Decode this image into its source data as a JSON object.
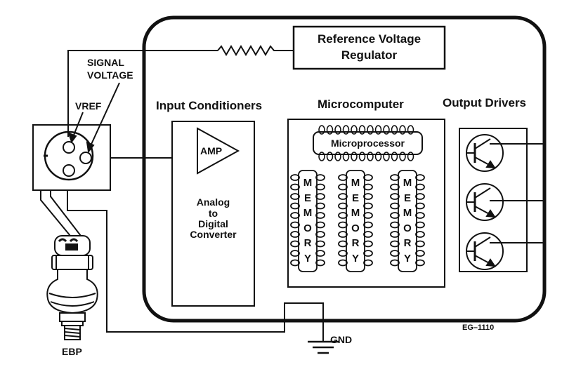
{
  "labels": {
    "ref_voltage_line1": "Reference Voltage",
    "ref_voltage_line2": "Regulator",
    "signal_voltage_line1": "SIGNAL",
    "signal_voltage_line2": "VOLTAGE",
    "vref": "VREF",
    "input_conditioners": "Input Conditioners",
    "microcomputer": "Microcomputer",
    "output_drivers": "Output Drivers",
    "amp": "AMP",
    "adc_line1": "Analog",
    "adc_line2": "to",
    "adc_line3": "Digital",
    "adc_line4": "Converter",
    "microprocessor": "Microprocessor",
    "memory_letters": [
      "M",
      "E",
      "M",
      "O",
      "R",
      "Y"
    ],
    "gnd": "GND",
    "ebp": "EBP",
    "figure_id": "EG–1110"
  }
}
